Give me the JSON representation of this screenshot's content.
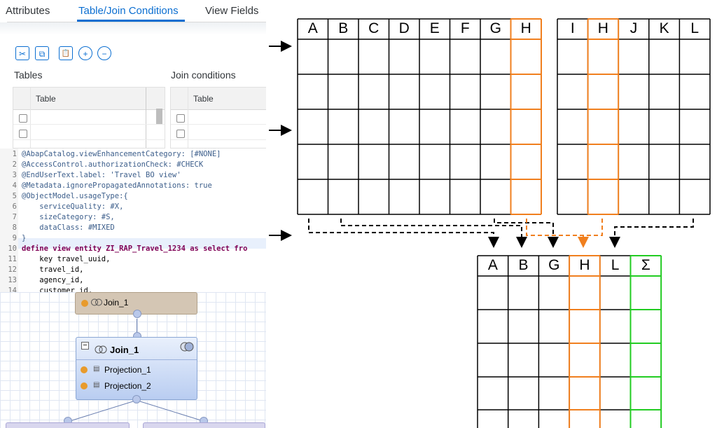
{
  "tabs": [
    {
      "label": "Attributes"
    },
    {
      "label": "Table/Join Conditions"
    },
    {
      "label": "View Fields"
    }
  ],
  "toolbar": {
    "icons": [
      "cut-icon",
      "copy-icon",
      "paste-icon",
      "add-icon",
      "remove-icon"
    ],
    "glyphs": [
      "✂",
      "⧉",
      "📋",
      "+",
      "−"
    ]
  },
  "sections": {
    "tables": "Tables",
    "join_conditions": "Join conditions"
  },
  "table_header": "Table",
  "join_header": "Table",
  "code_lines": [
    {
      "n": "1",
      "t": "@AbapCatalog.viewEnhancementCategory: [#NONE]"
    },
    {
      "n": "2",
      "t": "@AccessControl.authorizationCheck: #CHECK"
    },
    {
      "n": "3",
      "t": "@EndUserText.label: 'Travel BO view'"
    },
    {
      "n": "4",
      "t": "@Metadata.ignorePropagatedAnnotations: true"
    },
    {
      "n": "5",
      "t": "@ObjectModel.usageType:{"
    },
    {
      "n": "6",
      "t": "    serviceQuality: #X,"
    },
    {
      "n": "7",
      "t": "    sizeCategory: #S,"
    },
    {
      "n": "8",
      "t": "    dataClass: #MIXED"
    },
    {
      "n": "9",
      "t": "}"
    },
    {
      "n": "10",
      "t": "define view entity ZI_RAP_Travel_1234 as select fro"
    },
    {
      "n": "11",
      "t": "    key travel_uuid,"
    },
    {
      "n": "12",
      "t": "    travel_id,"
    },
    {
      "n": "13",
      "t": "    agency_id,"
    },
    {
      "n": "14",
      "t": "    customer_id,"
    }
  ],
  "model": {
    "top_node": "Join_1",
    "main_node": "Join_1",
    "items": [
      "Projection_1",
      "Projection_2"
    ]
  },
  "grid_left": {
    "headers": [
      "A",
      "B",
      "C",
      "D",
      "E",
      "F",
      "G",
      "H"
    ]
  },
  "grid_right": {
    "headers": [
      "I",
      "H",
      "J",
      "K",
      "L"
    ]
  },
  "grid_result": {
    "headers": [
      "A",
      "B",
      "G",
      "H",
      "L",
      "Σ"
    ]
  },
  "colors": {
    "highlight": "#f07f1e",
    "sum": "#22cc22",
    "sap_blue": "#0a6ed1"
  }
}
